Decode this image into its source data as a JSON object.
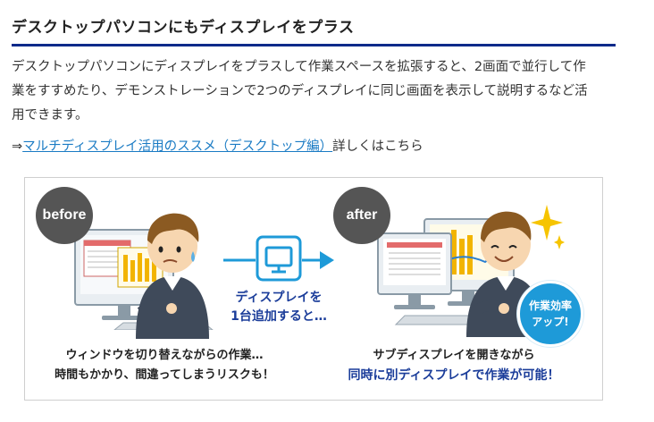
{
  "section": {
    "title": "デスクトップパソコンにもディスプレイをプラス",
    "body_line1": "デスクトップパソコンにディスプレイをプラスして作業スペースを拡張すると、2画面で並行して作",
    "body_line2": "業をすすめたり、デモンストレーションで2つのディスプレイに同じ画面を表示して説明するなど活",
    "body_line3": "用できます。",
    "link_prefix": "⇒",
    "link_text": "マルチディスプレイ活用のススメ（デスクトップ編）",
    "link_suffix": "詳しくはこちら"
  },
  "illustration": {
    "before_label": "before",
    "after_label": "after",
    "middle_line1": "ディスプレイを",
    "middle_line2": "1台追加すると…",
    "before_caption_line1": "ウィンドウを切り替えながらの作業…",
    "before_caption_line2": "時間もかかり、間違ってしまうリスクも！",
    "after_caption_line1": "サブディスプレイを開きながら",
    "after_caption_line2": "同時に別ディスプレイで作業が可能！",
    "efficiency_line1": "作業効率",
    "efficiency_line2": "アップ!",
    "colors": {
      "badge_gray": "#555555",
      "accent_blue": "#1e9ad8",
      "text_navy": "#1b3d9a",
      "heading_rule": "#0d2a8a"
    }
  }
}
